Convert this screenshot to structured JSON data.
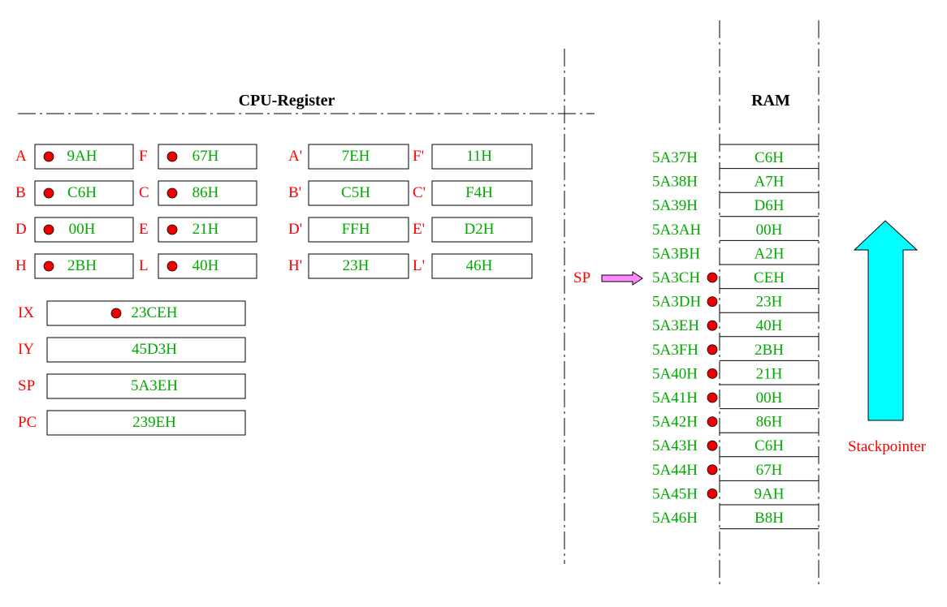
{
  "titles": {
    "cpu": "CPU-Register",
    "ram": "RAM"
  },
  "colors": {
    "label": "#ff0000",
    "value": "#00aa00",
    "dot": "#ee0000",
    "arrow_up": "#00ffff",
    "sp_arrow": "#ff88ff",
    "stack_label": "#ff0000"
  },
  "registers_main": [
    {
      "name": "A",
      "value": "9AH",
      "marked": true
    },
    {
      "name": "F",
      "value": "67H",
      "marked": true
    },
    {
      "name": "B",
      "value": "C6H",
      "marked": true
    },
    {
      "name": "C",
      "value": "86H",
      "marked": true
    },
    {
      "name": "D",
      "value": "00H",
      "marked": true
    },
    {
      "name": "E",
      "value": "21H",
      "marked": true
    },
    {
      "name": "H",
      "value": "2BH",
      "marked": true
    },
    {
      "name": "L",
      "value": "40H",
      "marked": true
    }
  ],
  "registers_alt": [
    {
      "name": "A'",
      "value": "7EH"
    },
    {
      "name": "F'",
      "value": "11H"
    },
    {
      "name": "B'",
      "value": "C5H"
    },
    {
      "name": "C'",
      "value": "F4H"
    },
    {
      "name": "D'",
      "value": "FFH"
    },
    {
      "name": "E'",
      "value": "D2H"
    },
    {
      "name": "H'",
      "value": "23H"
    },
    {
      "name": "L'",
      "value": "46H"
    }
  ],
  "registers_16": [
    {
      "name": "IX",
      "value": "23CEH",
      "marked": true
    },
    {
      "name": "IY",
      "value": "45D3H",
      "marked": false
    },
    {
      "name": "SP",
      "value": "5A3EH",
      "marked": false
    },
    {
      "name": "PC",
      "value": "239EH",
      "marked": false
    }
  ],
  "ram": [
    {
      "address": "5A37H",
      "value": "C6H",
      "marked": false
    },
    {
      "address": "5A38H",
      "value": "A7H",
      "marked": false
    },
    {
      "address": "5A39H",
      "value": "D6H",
      "marked": false
    },
    {
      "address": "5A3AH",
      "value": "00H",
      "marked": false
    },
    {
      "address": "5A3BH",
      "value": "A2H",
      "marked": false
    },
    {
      "address": "5A3CH",
      "value": "CEH",
      "marked": true
    },
    {
      "address": "5A3DH",
      "value": "23H",
      "marked": true
    },
    {
      "address": "5A3EH",
      "value": "40H",
      "marked": true
    },
    {
      "address": "5A3FH",
      "value": "2BH",
      "marked": true
    },
    {
      "address": "5A40H",
      "value": "21H",
      "marked": true
    },
    {
      "address": "5A41H",
      "value": "00H",
      "marked": true
    },
    {
      "address": "5A42H",
      "value": "86H",
      "marked": true
    },
    {
      "address": "5A43H",
      "value": "C6H",
      "marked": true
    },
    {
      "address": "5A44H",
      "value": "67H",
      "marked": true
    },
    {
      "address": "5A45H",
      "value": "9AH",
      "marked": true
    },
    {
      "address": "5A46H",
      "value": "B8H",
      "marked": false
    }
  ],
  "sp_pointer": {
    "label": "SP",
    "row_index": 5
  },
  "stack_label": "Stackpointer"
}
